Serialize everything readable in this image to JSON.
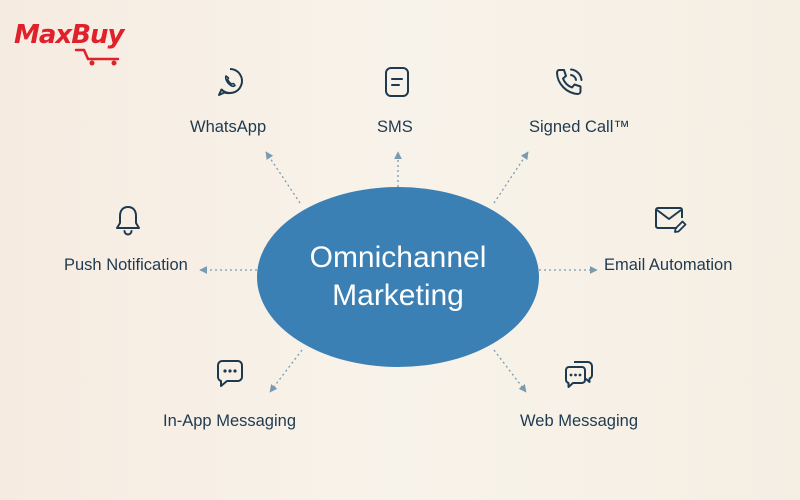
{
  "brand": {
    "name": "MaxBuy",
    "color": "#e0202a"
  },
  "hub": {
    "line1": "Omnichannel",
    "line2": "Marketing",
    "color": "#3a80b5"
  },
  "channels": [
    {
      "label": "WhatsApp",
      "icon": "whatsapp-icon"
    },
    {
      "label": "SMS",
      "icon": "sms-icon"
    },
    {
      "label": "Signed Call™",
      "icon": "phone-icon"
    },
    {
      "label": "Push Notification",
      "icon": "bell-icon"
    },
    {
      "label": "Email Automation",
      "icon": "email-icon"
    },
    {
      "label": "In-App Messaging",
      "icon": "chat-bubble-icon"
    },
    {
      "label": "Web Messaging",
      "icon": "chat-bubbles-icon"
    }
  ]
}
